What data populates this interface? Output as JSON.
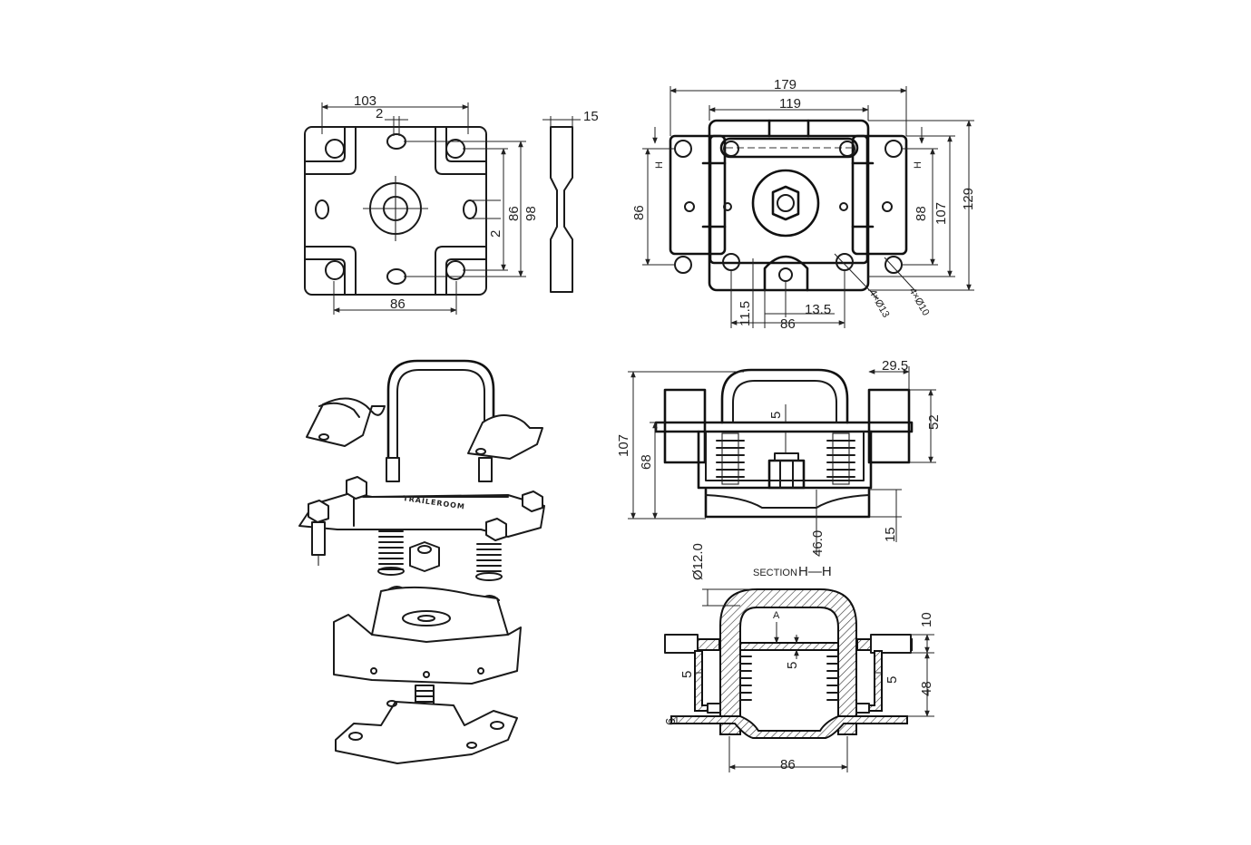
{
  "view_top_left": {
    "dim_103": "103",
    "dim_2_top": "2",
    "dim_86_bottom": "86",
    "dim_2_side": "2",
    "dim_86_side": "86",
    "dim_98": "98",
    "dim_15": "15"
  },
  "view_top_right": {
    "dim_179": "179",
    "dim_119": "119",
    "dim_86_left": "86",
    "dim_h_left": "H",
    "dim_h_right": "H",
    "dim_88": "88",
    "dim_107": "107",
    "dim_129": "129",
    "dim_11_5": "11.5",
    "dim_13_5": "13.5",
    "dim_86_bottom": "86",
    "hole_13": "4×Ø13",
    "hole_10": "4×Ø10"
  },
  "view_iso": {
    "brand": "TRAILEROOM"
  },
  "view_front": {
    "dim_107": "107",
    "dim_68": "68",
    "dim_29_5": "29.5",
    "dim_52": "52",
    "dim_5": "5",
    "dim_46": "46.0",
    "dim_15": "15"
  },
  "view_section": {
    "title_prefix": "SECTION",
    "title_id": "H—H",
    "dim_d12": "Ø12.0",
    "label_a": "A",
    "dim_5_center": "5",
    "dim_5_left": "5",
    "dim_5_right": "5",
    "dim_6": "6",
    "dim_10": "10",
    "dim_48": "48",
    "dim_86": "86"
  }
}
